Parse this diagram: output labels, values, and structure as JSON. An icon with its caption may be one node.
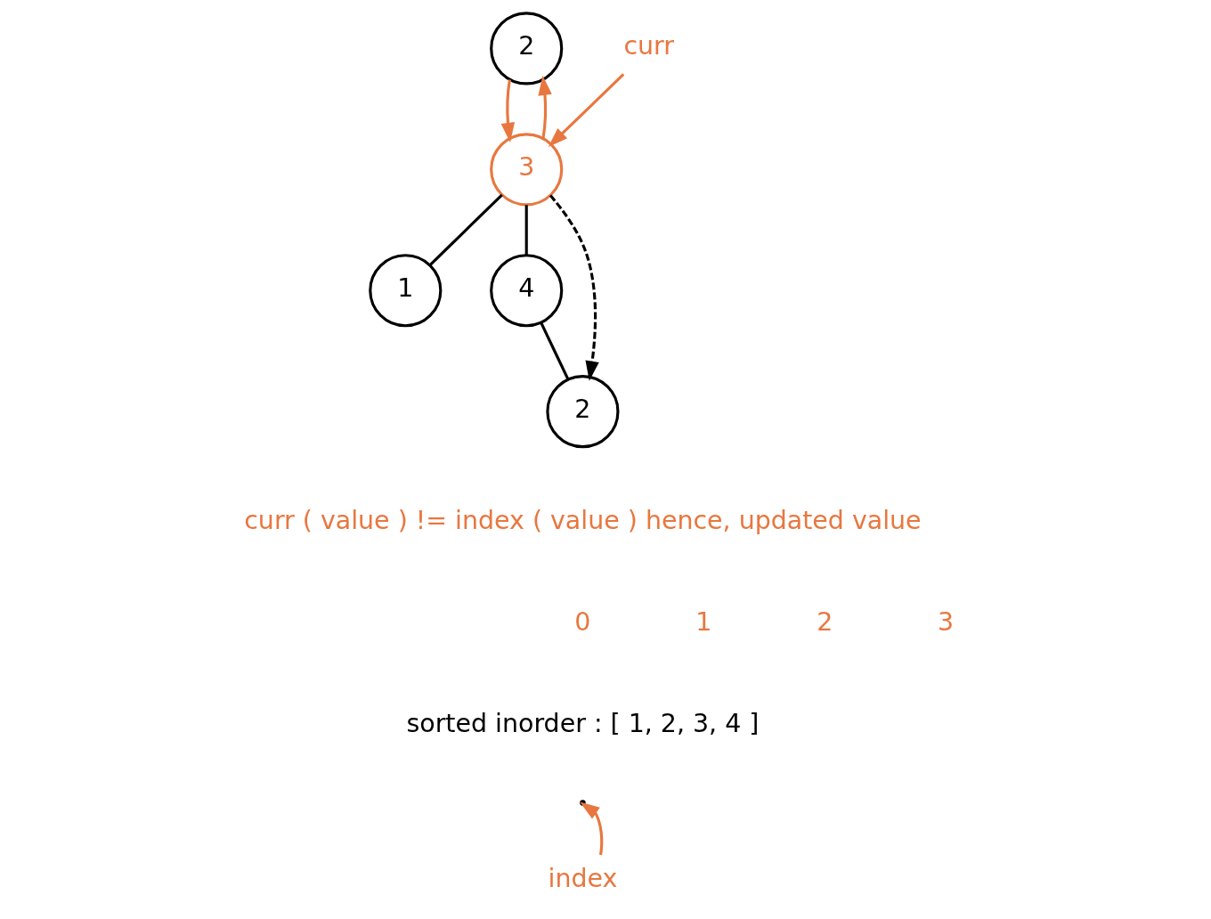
{
  "diagram": {
    "nodes": [
      {
        "text": [
          "2"
        ]
      },
      {
        "text": [
          "3"
        ]
      },
      {
        "text": [
          "1"
        ]
      },
      {
        "text": [
          "4"
        ]
      },
      {
        "text": [
          "2"
        ]
      },
      {
        "text": [
          "curr"
        ]
      },
      {
        "text": [
          "index"
        ]
      }
    ],
    "edges": [
      {
        "from": 0,
        "to": 1,
        "arrow": "to",
        "color": "#e8773f"
      },
      {
        "from": 1,
        "to": 0,
        "arrow": "to",
        "color": "#e8773f"
      },
      {
        "from": 1,
        "to": 2,
        "arrow": "none",
        "color": "#000000"
      },
      {
        "from": 1,
        "to": 3,
        "arrow": "none",
        "color": "#000000"
      },
      {
        "from": 3,
        "to": 4,
        "arrow": "none",
        "color": "#000000"
      },
      {
        "from": 1,
        "to": 4,
        "arrow": "to",
        "style": "dashed",
        "color": "#000000"
      },
      {
        "from": 5,
        "to": 1,
        "arrow": "to",
        "color": "#e8773f"
      },
      {
        "from": 6,
        "to": null,
        "arrow": "to",
        "color": "#e8773f"
      }
    ],
    "labels": [
      "curr ( value ) != index ( value ) hence, updated value",
      "0",
      "1",
      "2",
      "3",
      "sorted inorder : [ 1, 2, 3, 4 ]"
    ]
  }
}
